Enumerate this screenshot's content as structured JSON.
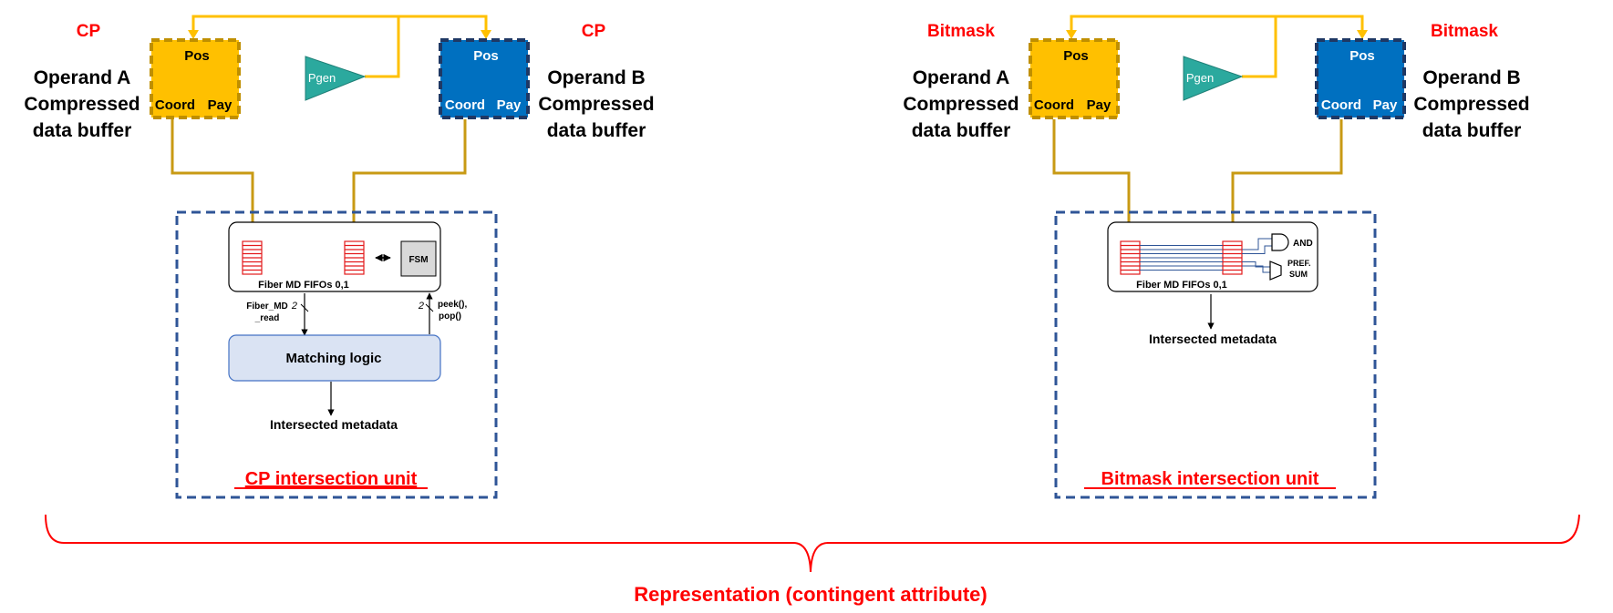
{
  "colors": {
    "operand_a": "#FFC000",
    "operand_a_border": "#BF8F00",
    "operand_b": "#0070C0",
    "operand_b_border": "#1F3864",
    "pgen": "#2BA99E",
    "wire": "#C89A14",
    "wire_top": "#FFC000",
    "accent_red": "#FF0000",
    "unit_border": "#2F5597",
    "matching_fill": "#DAE3F3",
    "fifo_red": "#E31A1C",
    "bitmask_line": "#2F5597"
  },
  "left": {
    "format_a": "CP",
    "format_b": "CP",
    "buffer_a": {
      "pos": "Pos",
      "coord": "Coord",
      "pay": "Pay",
      "label": [
        "Operand A",
        "Compressed",
        "data buffer"
      ]
    },
    "buffer_b": {
      "pos": "Pos",
      "coord": "Coord",
      "pay": "Pay",
      "label": [
        "Operand B",
        "Compressed",
        "data buffer"
      ]
    },
    "pgen": "Pgen",
    "fsm": "FSM",
    "fifo_label": "Fiber MD FIFOs 0,1",
    "read_signal": [
      "Fiber_MD",
      "_read"
    ],
    "read_width": "2",
    "ctrl_width": "2",
    "ctrl_signal": [
      "peek(),",
      "pop()"
    ],
    "matching_logic": "Matching logic",
    "output": "Intersected metadata",
    "unit_title": "CP intersection unit"
  },
  "right": {
    "format_a": "Bitmask",
    "format_b": "Bitmask",
    "buffer_a": {
      "pos": "Pos",
      "coord": "Coord",
      "pay": "Pay",
      "label": [
        "Operand A",
        "Compressed",
        "data buffer"
      ]
    },
    "buffer_b": {
      "pos": "Pos",
      "coord": "Coord",
      "pay": "Pay",
      "label": [
        "Operand B",
        "Compressed",
        "data buffer"
      ]
    },
    "pgen": "Pgen",
    "and_gate": "AND",
    "prefix_sum": [
      "PREF.",
      "SUM"
    ],
    "fifo_label": "Fiber MD FIFOs 0,1",
    "output": "Intersected metadata",
    "unit_title": "Bitmask intersection unit"
  },
  "footer": "Representation (contingent attribute)"
}
